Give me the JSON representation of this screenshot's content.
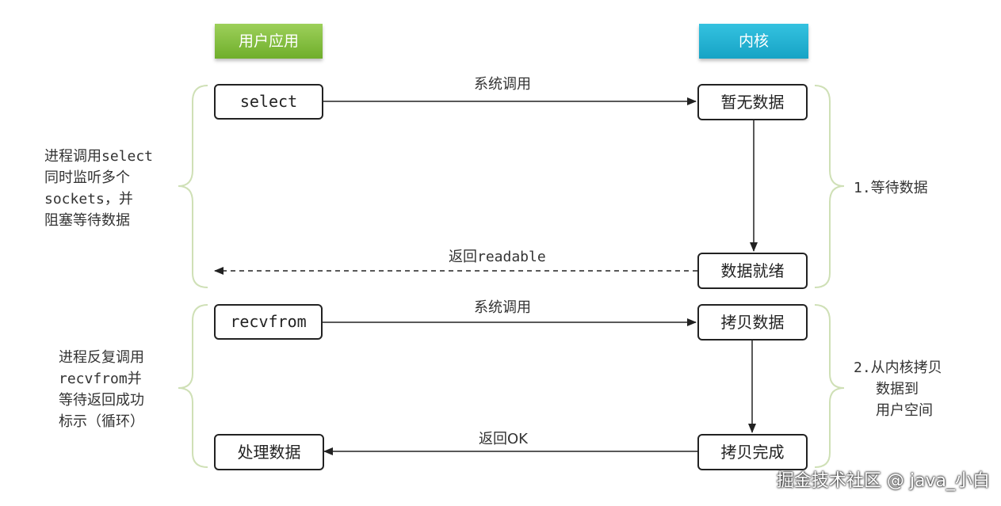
{
  "headers": {
    "user_app": "用户应用",
    "kernel": "内核"
  },
  "phase1": {
    "user_box": "select",
    "kernel_box_top": "暂无数据",
    "kernel_box_bottom": "数据就绪",
    "call_label": "系统调用",
    "return_label": "返回readable",
    "left_note": [
      "进程调用select",
      "同时监听多个",
      "sockets，并",
      "阻塞等待数据"
    ],
    "right_note": [
      "1.等待数据"
    ]
  },
  "phase2": {
    "user_box": "recvfrom",
    "user_box_bottom": "处理数据",
    "kernel_box_top": "拷贝数据",
    "kernel_box_bottom": "拷贝完成",
    "call_label": "系统调用",
    "return_label": "返回OK",
    "left_note": [
      "进程反复调用",
      "recvfrom并",
      "等待返回成功",
      "标示（循环）"
    ],
    "right_note": [
      "2.从内核拷贝",
      "数据到",
      "用户空间"
    ]
  },
  "watermark": "掘金技术社区 @ java_小白"
}
